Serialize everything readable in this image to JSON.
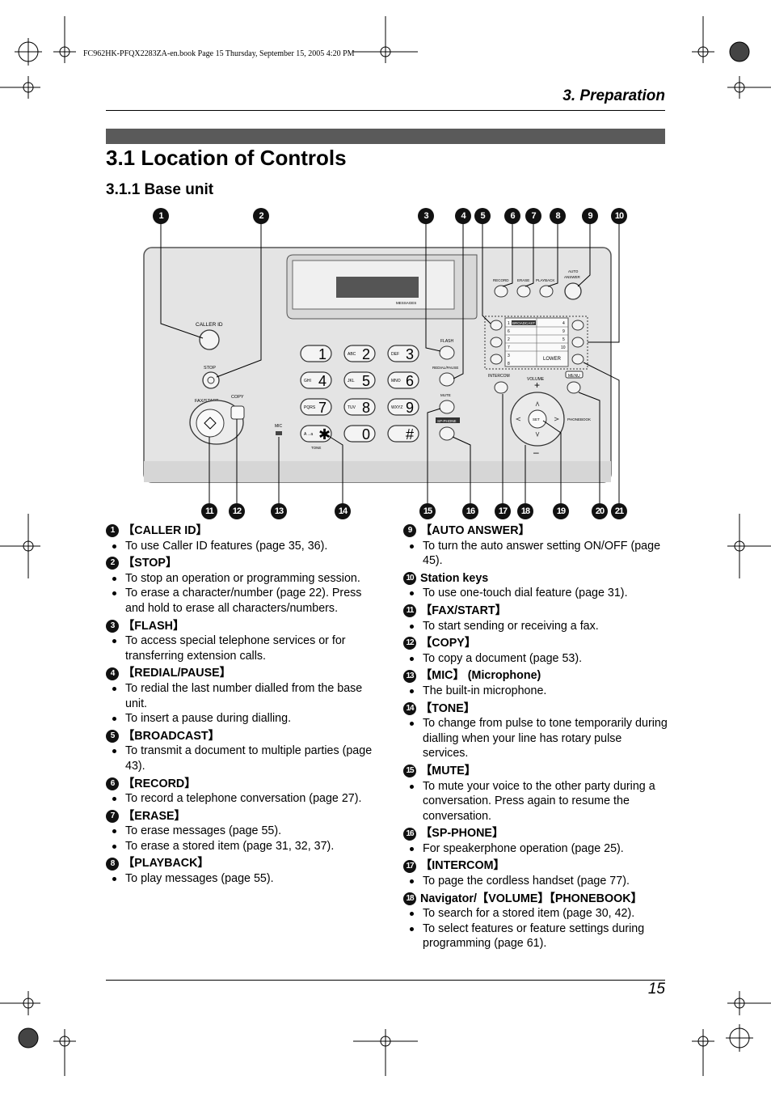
{
  "file_header": "FC962HK-PFQX2283ZA-en.book Page 15 Thursday, September 15, 2005 4:20 PM",
  "section": "3. Preparation",
  "title": "3.1 Location of Controls",
  "subtitle": "3.1.1 Base unit",
  "callouts_top": [
    "1",
    "2",
    "3",
    "4",
    "5",
    "6",
    "7",
    "8",
    "9",
    "10"
  ],
  "callouts_bottom": [
    "11",
    "12",
    "13",
    "14",
    "15",
    "16",
    "17",
    "18",
    "19",
    "20",
    "21"
  ],
  "device": {
    "caller_id": "CALLER ID",
    "stop": "STOP",
    "fax_start": "FAX/START",
    "copy": "COPY",
    "mic": "MIC",
    "flash": "FLASH",
    "redial_pause": "REDIAL/PAUSE",
    "mute": "MUTE",
    "sp_phone": "SP-PHONE",
    "intercom": "INTERCOM",
    "volume": "VOLUME",
    "menu": "MENU",
    "phonebook": "PHONEBOOK",
    "set": "SET",
    "record": "RECORD",
    "erase": "ERASE",
    "playback": "PLAYBACK",
    "auto_answer_1": "AUTO",
    "auto_answer_2": "ANSWER",
    "messages": "MESSAGES",
    "tone": "TONE",
    "broadcast": "BROADCAST",
    "lower": "LOWER",
    "station_left": [
      "1",
      "6",
      "2",
      "7",
      "3",
      "8"
    ],
    "station_right": [
      "4",
      "9",
      "5",
      "10"
    ],
    "keys": [
      {
        "sub": "",
        "main": "1"
      },
      {
        "sub": "ABC",
        "main": "2"
      },
      {
        "sub": "DEF",
        "main": "3"
      },
      {
        "sub": "GHI",
        "main": "4"
      },
      {
        "sub": "JKL",
        "main": "5"
      },
      {
        "sub": "MNO",
        "main": "6"
      },
      {
        "sub": "PQRS",
        "main": "7"
      },
      {
        "sub": "TUV",
        "main": "8"
      },
      {
        "sub": "WXYZ",
        "main": "9"
      },
      {
        "sub": "A→a",
        "main": "✱"
      },
      {
        "sub": "",
        "main": "0"
      },
      {
        "sub": "",
        "main": "#"
      }
    ]
  },
  "left_column": [
    {
      "num": "1",
      "label": "【CALLER ID】",
      "bullets": [
        "To use Caller ID features (page 35, 36)."
      ]
    },
    {
      "num": "2",
      "label": "【STOP】",
      "bullets": [
        "To stop an operation or programming session.",
        "To erase a character/number (page 22). Press and hold to erase all characters/numbers."
      ]
    },
    {
      "num": "3",
      "label": "【FLASH】",
      "bullets": [
        "To access special telephone services or for transferring extension calls."
      ]
    },
    {
      "num": "4",
      "label": "【REDIAL/PAUSE】",
      "bullets": [
        "To redial the last number dialled from the base unit.",
        "To insert a pause during dialling."
      ]
    },
    {
      "num": "5",
      "label": "【BROADCAST】",
      "bullets": [
        "To transmit a document to multiple parties (page 43)."
      ]
    },
    {
      "num": "6",
      "label": "【RECORD】",
      "bullets": [
        "To record a telephone conversation (page 27)."
      ]
    },
    {
      "num": "7",
      "label": "【ERASE】",
      "bullets": [
        "To erase messages (page 55).",
        "To erase a stored item (page 31, 32, 37)."
      ]
    },
    {
      "num": "8",
      "label": "【PLAYBACK】",
      "bullets": [
        "To play messages (page 55)."
      ]
    }
  ],
  "right_column": [
    {
      "num": "9",
      "label": "【AUTO ANSWER】",
      "bullets": [
        "To turn the auto answer setting ON/OFF (page 45)."
      ]
    },
    {
      "num": "10",
      "label": "Station keys",
      "bullets": [
        "To use one-touch dial feature (page 31)."
      ]
    },
    {
      "num": "11",
      "label": "【FAX/START】",
      "bullets": [
        "To start sending or receiving a fax."
      ]
    },
    {
      "num": "12",
      "label": "【COPY】",
      "bullets": [
        "To copy a document (page 53)."
      ]
    },
    {
      "num": "13",
      "label": "【MIC】 (Microphone)",
      "bullets": [
        "The built-in microphone."
      ]
    },
    {
      "num": "14",
      "label": "【TONE】",
      "bullets": [
        "To change from pulse to tone temporarily during dialling when your line has rotary pulse services."
      ]
    },
    {
      "num": "15",
      "label": "【MUTE】",
      "bullets": [
        "To mute your voice to the other party during a conversation. Press again to resume the conversation."
      ]
    },
    {
      "num": "16",
      "label": "【SP-PHONE】",
      "bullets": [
        "For speakerphone operation (page 25)."
      ]
    },
    {
      "num": "17",
      "label": "【INTERCOM】",
      "bullets": [
        "To page the cordless handset (page 77)."
      ]
    },
    {
      "num": "18",
      "label": "Navigator/【VOLUME】【PHONEBOOK】",
      "bullets": [
        "To search for a stored item (page 30, 42).",
        "To select features or feature settings during programming (page 61)."
      ]
    }
  ],
  "page_number": "15"
}
